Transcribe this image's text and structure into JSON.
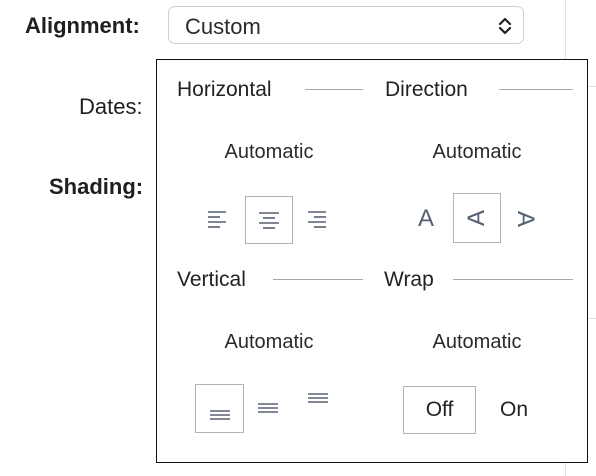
{
  "labels": {
    "alignment": "Alignment:",
    "dates": "Dates:",
    "shading": "Shading:"
  },
  "alignment_select": {
    "value": "Custom"
  },
  "popup": {
    "horizontal": {
      "title": "Horizontal",
      "value": "Automatic",
      "options": [
        "left-align-icon",
        "center-align-icon",
        "right-align-icon"
      ],
      "selected": "center-align-icon"
    },
    "direction": {
      "title": "Direction",
      "value": "Automatic",
      "options": [
        "A",
        "A",
        "A"
      ],
      "selected_index": 1
    },
    "vertical": {
      "title": "Vertical",
      "value": "Automatic",
      "options": [
        "bottom-align-icon",
        "middle-align-icon",
        "top-align-icon"
      ],
      "selected": "bottom-align-icon"
    },
    "wrap": {
      "title": "Wrap",
      "value": "Automatic",
      "off_label": "Off",
      "on_label": "On",
      "selected": "Off"
    }
  },
  "colors": {
    "icon": "#556070",
    "rule": "#a8a8a8",
    "popup_border": "#111111"
  }
}
